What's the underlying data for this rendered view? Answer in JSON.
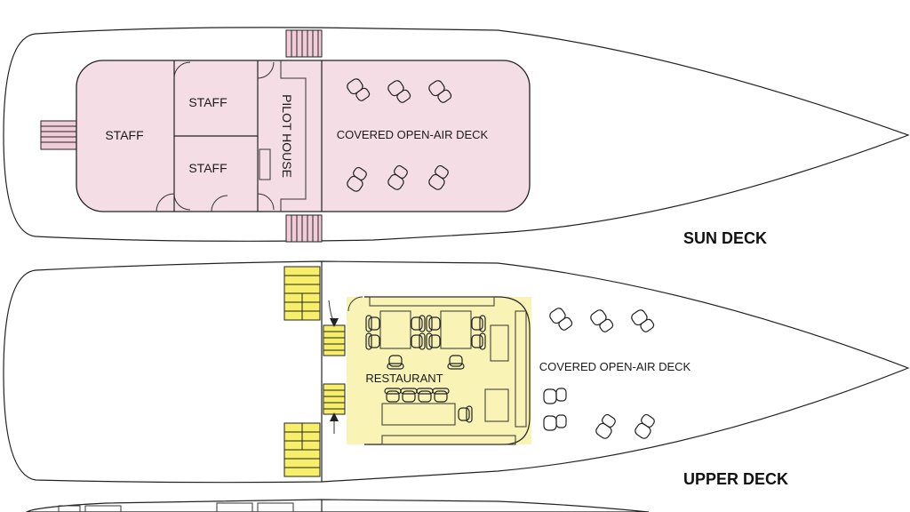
{
  "decks": {
    "sun": {
      "title": "SUN DECK",
      "hull_color": "#f1cdd9",
      "room_color": "#f5dde5",
      "rooms": {
        "staff_aft": "STAFF",
        "staff_upper": "STAFF",
        "staff_lower": "STAFF",
        "pilot_house": "PILOT HOUSE",
        "open_deck": "COVERED OPEN-AIR DECK"
      }
    },
    "upper": {
      "title": "UPPER DECK",
      "hull_color": "#f7ee6a",
      "room_color": "#faf3b6",
      "rooms": {
        "restaurant": "RESTAURANT",
        "open_deck": "COVERED OPEN-AIR DECK"
      }
    },
    "main": {
      "hull_color": "#bfe3b2"
    }
  }
}
